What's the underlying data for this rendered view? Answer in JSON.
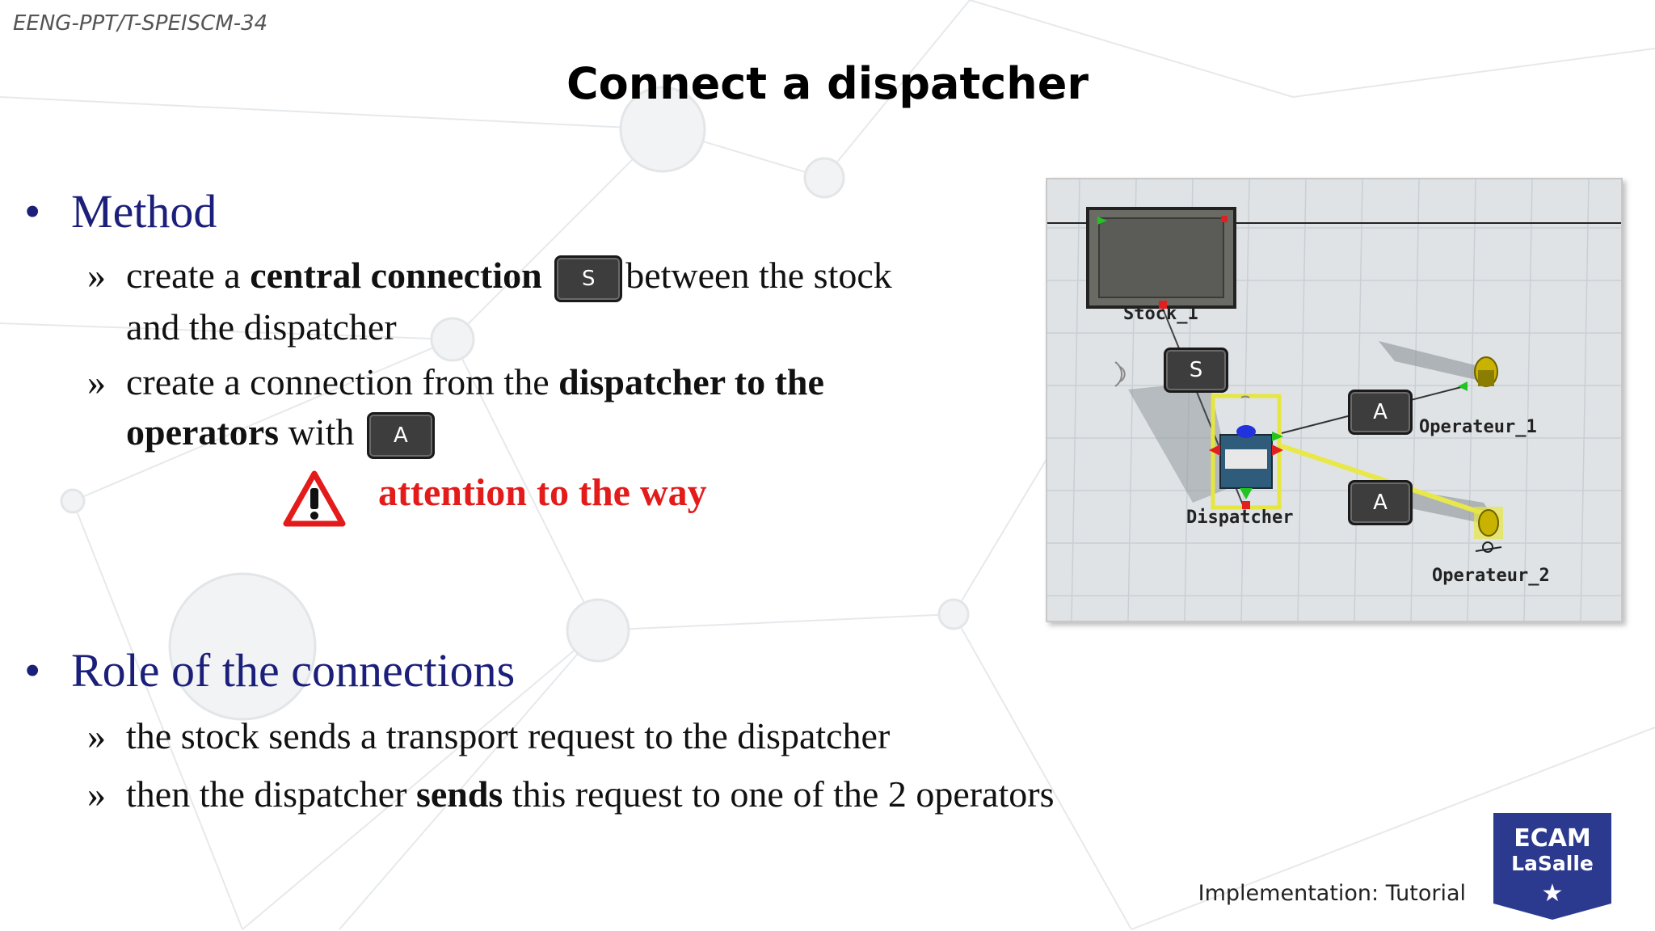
{
  "slide": {
    "code": "EENG-PPT/T-SPEISCM-34",
    "title": "Connect a dispatcher",
    "footer": "Implementation: Tutorial"
  },
  "method": {
    "heading": "Method",
    "bullet_symbol": "•",
    "sub_symbol": "»",
    "item1": {
      "part1": "create a ",
      "bold": "central connection",
      "key": "S",
      "part2": "between the stock",
      "line2": "and the dispatcher"
    },
    "item2": {
      "part1": "create a connection from the ",
      "bold1": "dispatcher to the",
      "bold2": "operators",
      "part2": " with",
      "key": "A"
    },
    "warning": "attention to the way"
  },
  "role": {
    "heading": "Role of the connections",
    "item1": "the stock sends a transport request to the dispatcher",
    "item2_part1": "then the dispatcher ",
    "item2_bold": "sends",
    "item2_part2": " this request to one of the 2 operators"
  },
  "screenshot": {
    "stock_label": "Stock_1",
    "dispatcher_label": "Dispatcher",
    "operator1_label": "Operateur_1",
    "operator2_label": "Operateur_2",
    "key_s": "S",
    "key_a1": "A",
    "key_a2": "A"
  },
  "logo": {
    "line1": "ECAM",
    "line2": "LaSalle",
    "color": "#2b3a8f"
  }
}
